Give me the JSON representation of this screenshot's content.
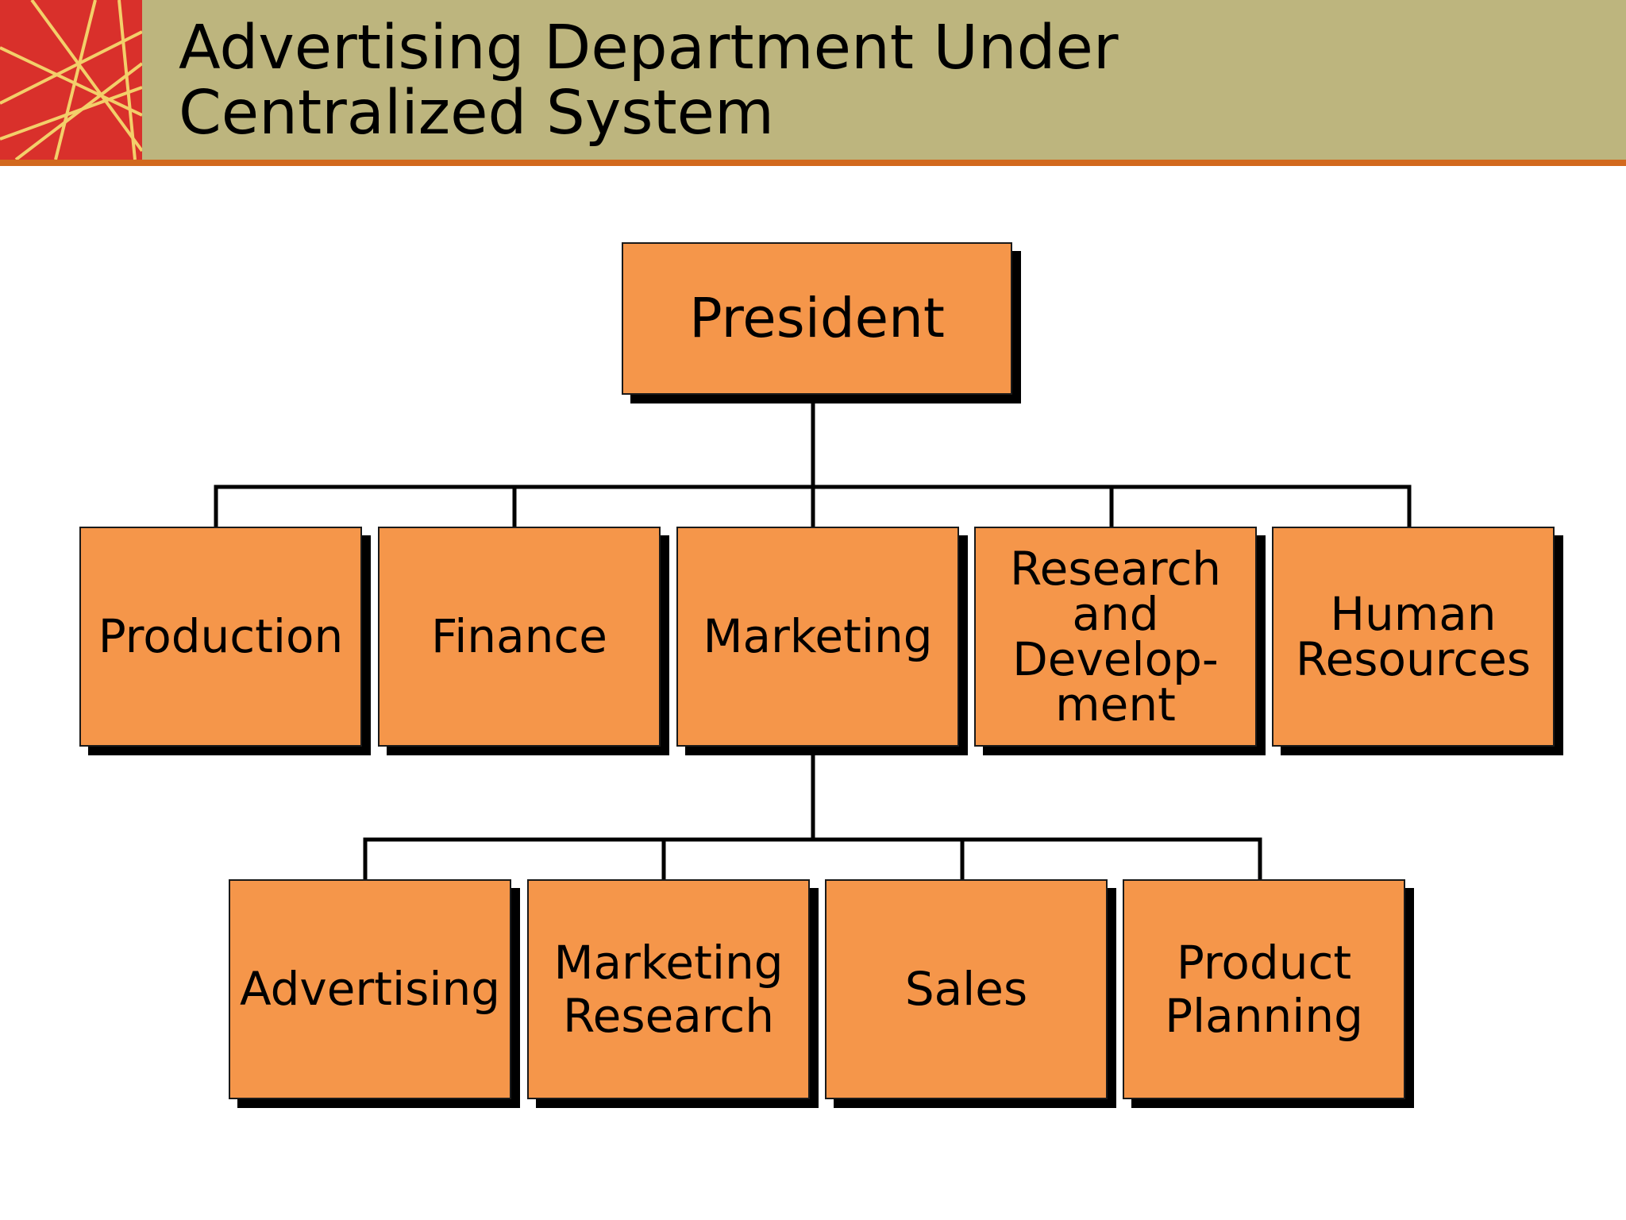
{
  "slide": {
    "title": "Advertising Department Under\nCentralized System"
  },
  "colors": {
    "header_band": "#bdb57e",
    "header_rule": "#d2691e",
    "logo_background": "#d9302b",
    "logo_lines": "#f3cf6a",
    "box_fill": "#f5964a",
    "box_shadow": "#000000",
    "connector": "#000000"
  },
  "icons": {
    "logo": "crossing-lines-logo-icon"
  },
  "org_chart": {
    "root": "President",
    "departments": [
      "Production",
      "Finance",
      "Marketing",
      "Research\nand\nDevelop-\nment",
      "Human\nResources"
    ],
    "marketing_units": [
      "Advertising",
      "Marketing\nResearch",
      "Sales",
      "Product\nPlanning"
    ]
  }
}
